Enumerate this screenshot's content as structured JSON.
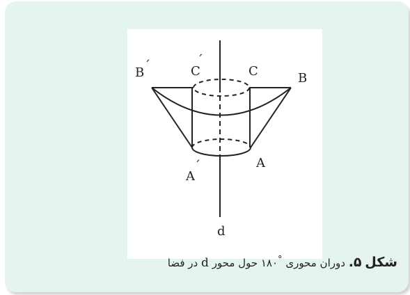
{
  "diagram": {
    "labels": {
      "b_prime": "B",
      "c_prime": "C",
      "c": "C",
      "b": "B",
      "a_prime": "A",
      "a": "A",
      "axis": "d"
    },
    "prime_mark": "´"
  },
  "caption": {
    "figure_word": "شکل",
    "figure_number": "۵.",
    "text_before": "دوران محوری",
    "degree_symbol": "°",
    "angle": "۱۸۰",
    "text_middle": "حول محور",
    "axis_letter": "d",
    "text_end": "در فضا"
  },
  "colors": {
    "card_background": "#e6f4f1",
    "line": "#222222"
  }
}
